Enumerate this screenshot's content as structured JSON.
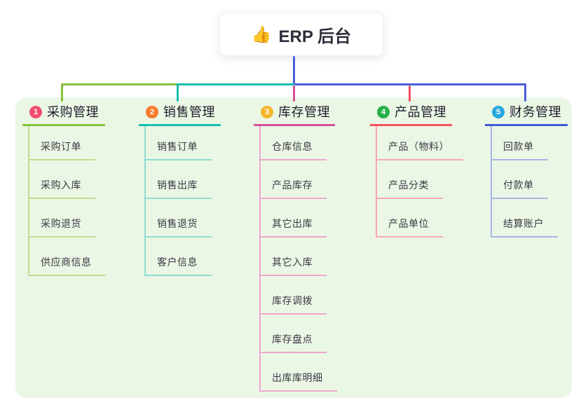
{
  "root": {
    "icon": "👍",
    "title": "ERP 后台"
  },
  "connector_color": "#4a5fd8",
  "panel_bg": "#ebf7e5",
  "branches": [
    {
      "num": "1",
      "label": "采购管理",
      "badge_color": "#f0506e",
      "line_color": "#86c33c",
      "light_color": "#bcdf92",
      "children": [
        "采购订单",
        "采购入库",
        "采购退货",
        "供应商信息"
      ]
    },
    {
      "num": "2",
      "label": "销售管理",
      "badge_color": "#f57b2c",
      "line_color": "#14bfb0",
      "light_color": "#8fdcd2",
      "children": [
        "销售订单",
        "销售出库",
        "销售退货",
        "客户信息"
      ]
    },
    {
      "num": "3",
      "label": "库存管理",
      "badge_color": "#f7b52c",
      "line_color": "#d6509e",
      "light_color": "#eda6cf",
      "children": [
        "仓库信息",
        "产品库存",
        "其它出库",
        "其它入库",
        "库存调拨",
        "库存盘点",
        "出库库明细"
      ]
    },
    {
      "num": "4",
      "label": "产品管理",
      "badge_color": "#27b14d",
      "line_color": "#f4515e",
      "light_color": "#f9a8ae",
      "children": [
        "产品（物料）",
        "产品分类",
        "产品单位"
      ]
    },
    {
      "num": "5",
      "label": "财务管理",
      "badge_color": "#2aa7e0",
      "line_color": "#3f5ad2",
      "light_color": "#a6b6e6",
      "children": [
        "回款单",
        "付款单",
        "结算账户"
      ]
    }
  ]
}
